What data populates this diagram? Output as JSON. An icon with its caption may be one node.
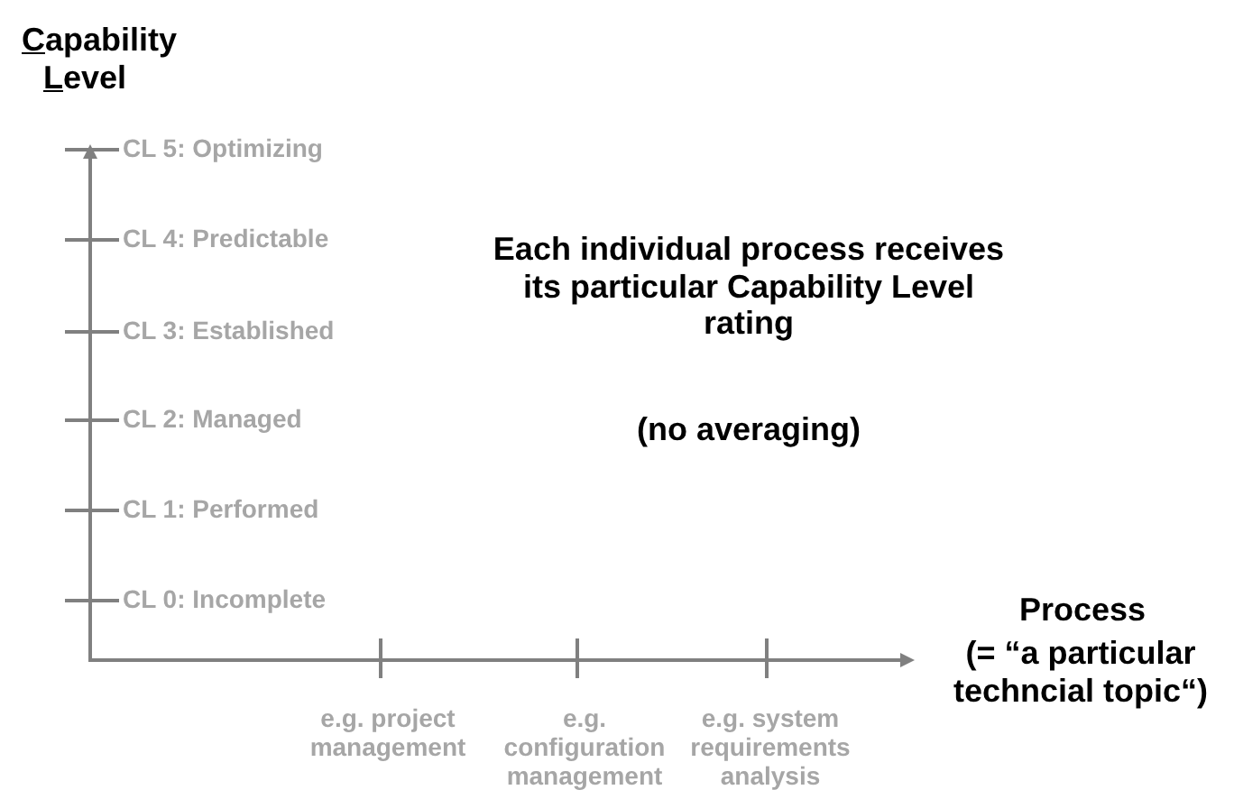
{
  "diagram": {
    "labels": [
      "Capability Level",
      "CL 5: Optimizing",
      "CL 4: Predictable",
      "CL 3: Established",
      "CL 2: Managed",
      "CL 1: Performed",
      "CL 0: Incomplete",
      "Each individual process receives its particular Capability Level rating",
      "(no averaging)",
      "Process",
      "(= “a particular techncial topic“)",
      "e.g. project management",
      "e.g. configuration management",
      "e.g. system requirements analysis"
    ]
  }
}
